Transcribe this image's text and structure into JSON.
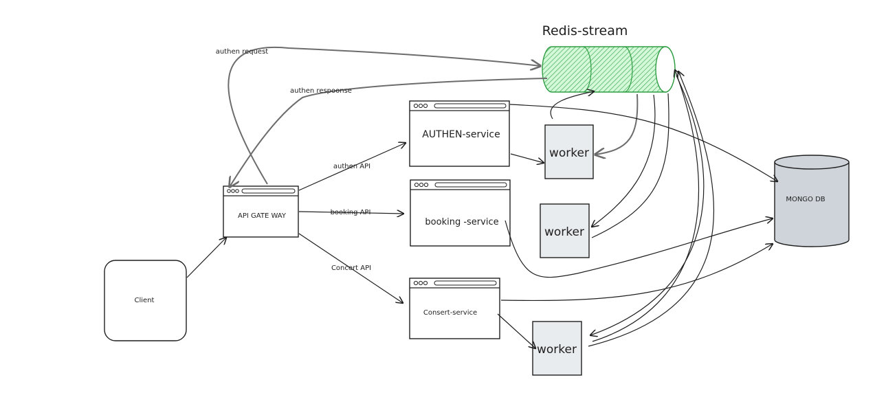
{
  "title": "Redis-stream",
  "nodes": {
    "client": "Client",
    "gateway": "API GATE WAY",
    "authen_service": "AUTHEN-service",
    "booking_service": "booking -service",
    "concert_service": "Consert-service",
    "worker1": "worker",
    "worker2": "worker",
    "worker3": "worker",
    "mongo": "MONGO DB"
  },
  "edges": {
    "authen_request": "authen request",
    "authen_response": "authen respoonse",
    "authen_api": "authen API",
    "booking_api": "booking API",
    "concert_api": "Concert API"
  },
  "colors": {
    "redis_stroke": "#2f9e44",
    "redis_fill": "#b2f2bb",
    "mongo_fill": "#ced4da",
    "worker_fill": "#e9ecef"
  }
}
